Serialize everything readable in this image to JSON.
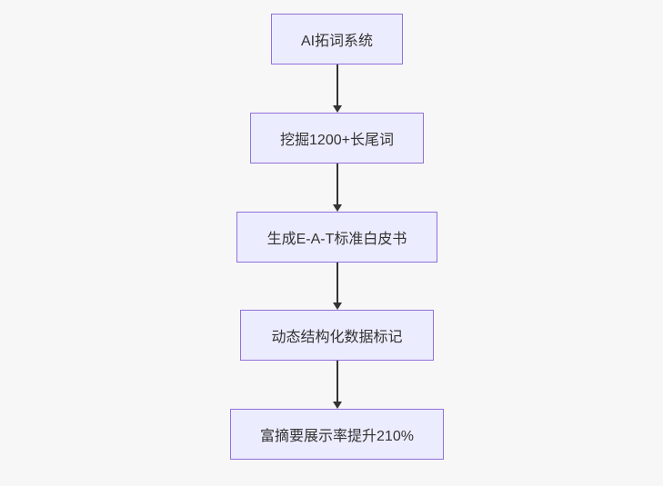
{
  "diagram": {
    "type": "flowchart-top-down",
    "nodes": [
      {
        "id": "A",
        "label": "AI拓词系统"
      },
      {
        "id": "B",
        "label": "挖掘1200+长尾词"
      },
      {
        "id": "C",
        "label": "生成E-A-T标准白皮书"
      },
      {
        "id": "D",
        "label": "动态结构化数据标记"
      },
      {
        "id": "E",
        "label": "富摘要展示率提升210%"
      }
    ],
    "edges": [
      {
        "from": "A",
        "to": "B"
      },
      {
        "from": "B",
        "to": "C"
      },
      {
        "from": "C",
        "to": "D"
      },
      {
        "from": "D",
        "to": "E"
      }
    ]
  },
  "colors": {
    "background": "#f7f7f7",
    "node_fill": "#ececff",
    "node_border": "#9370db",
    "node_text": "#333333",
    "arrow": "#333333"
  }
}
